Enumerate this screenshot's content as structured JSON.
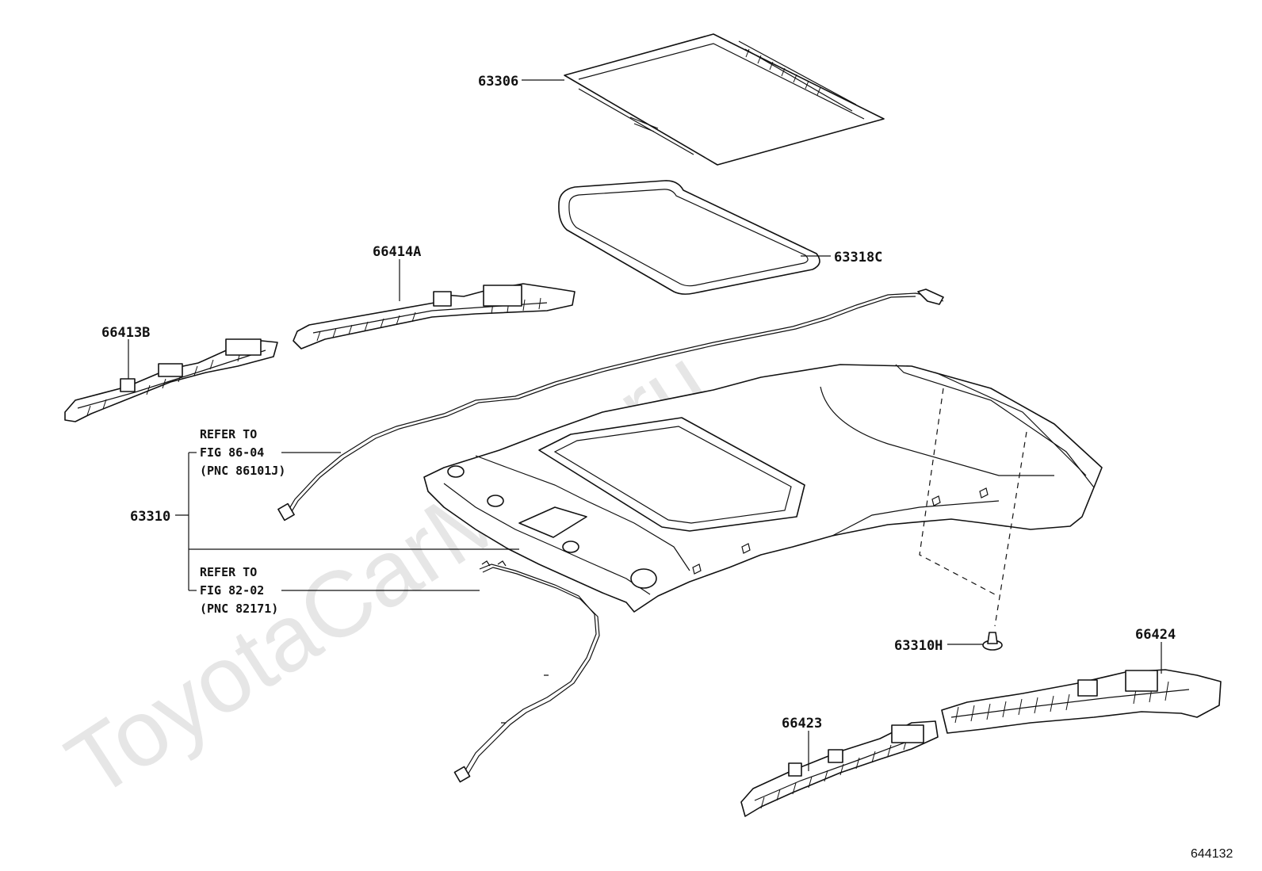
{
  "watermark": "ToyotaCarMine.ru",
  "figure_id": "644132",
  "callouts": {
    "p63306": "63306",
    "p63318c": "63318C",
    "p66414a": "66414A",
    "p66413b": "66413B",
    "p63310": "63310",
    "p63310h": "63310H",
    "p66424": "66424",
    "p66423": "66423"
  },
  "references": {
    "upper": {
      "line1": "REFER TO",
      "line2": "FIG 86-04",
      "line3": "(PNC 86101J)"
    },
    "lower": {
      "line1": "REFER TO",
      "line2": "FIG 82-02",
      "line3": "(PNC 82171)"
    }
  }
}
